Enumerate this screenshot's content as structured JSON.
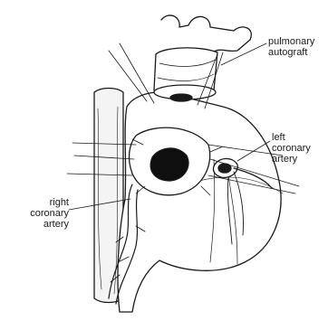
{
  "labels": {
    "pulmonary_autograft": [
      "pulmonary",
      "autograft"
    ],
    "left_coronary_artery": [
      "left",
      "coronary",
      "artery"
    ],
    "right_coronary_artery": [
      "right",
      "coronary",
      "artery"
    ]
  }
}
